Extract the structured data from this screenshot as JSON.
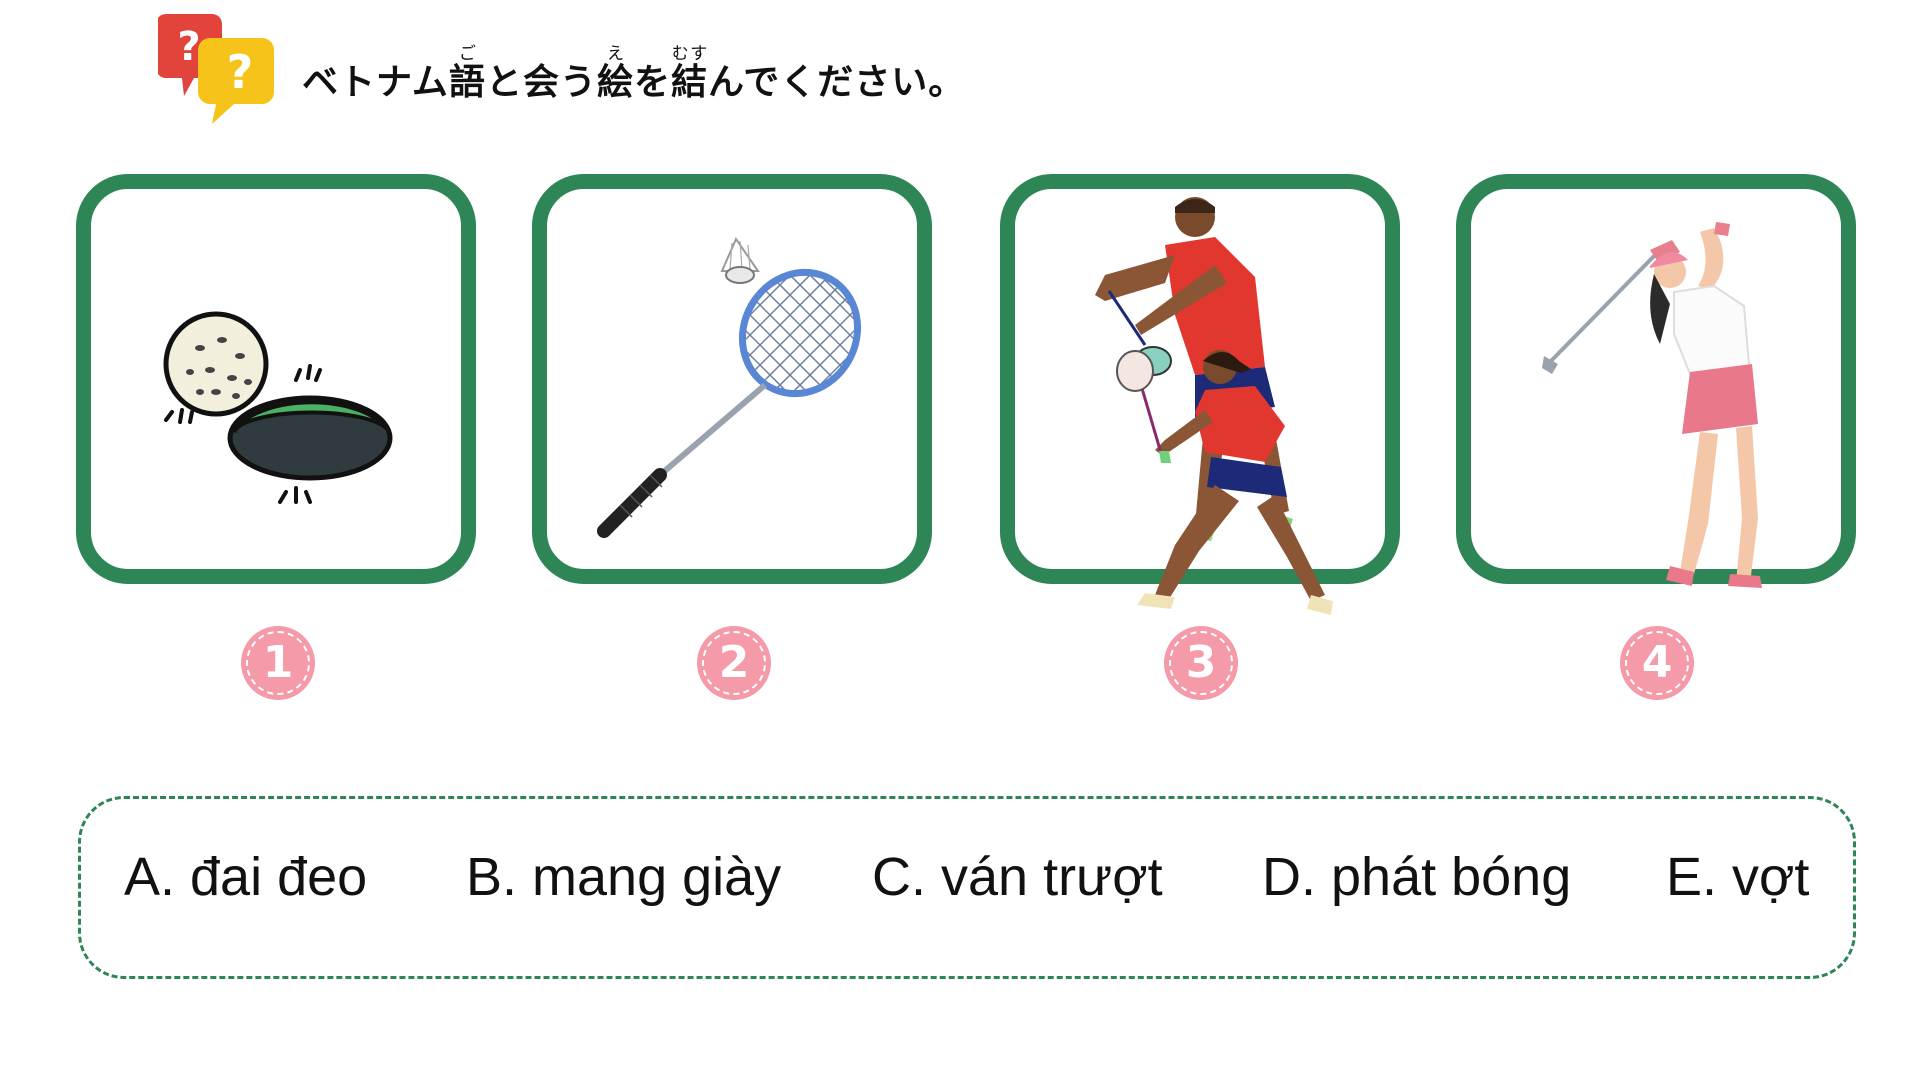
{
  "header": {
    "title_parts": {
      "p1": "ベトナム",
      "k1": "語",
      "r1": "ご",
      "p2": "と会う",
      "k2": "絵",
      "r2": "え",
      "p3": "を",
      "k3": "結",
      "r3": "むす",
      "p4": "んでください。"
    },
    "icon": "question-bubbles-icon"
  },
  "cards": [
    {
      "number": "1",
      "picture": "golf-ball-hole"
    },
    {
      "number": "2",
      "picture": "badminton-racket-shuttlecock"
    },
    {
      "number": "3",
      "picture": "badminton-players"
    },
    {
      "number": "4",
      "picture": "woman-golfer"
    }
  ],
  "answers": [
    {
      "label": "A. đai đeo"
    },
    {
      "label": "B. mang giày"
    },
    {
      "label": "C. ván trượt"
    },
    {
      "label": "D. phát bóng"
    },
    {
      "label": "E. vợt"
    }
  ],
  "colors": {
    "card_border": "#2e8555",
    "number_badge": "#f59aa8",
    "bubble_red": "#e2433b",
    "bubble_yellow": "#f6c31a"
  }
}
